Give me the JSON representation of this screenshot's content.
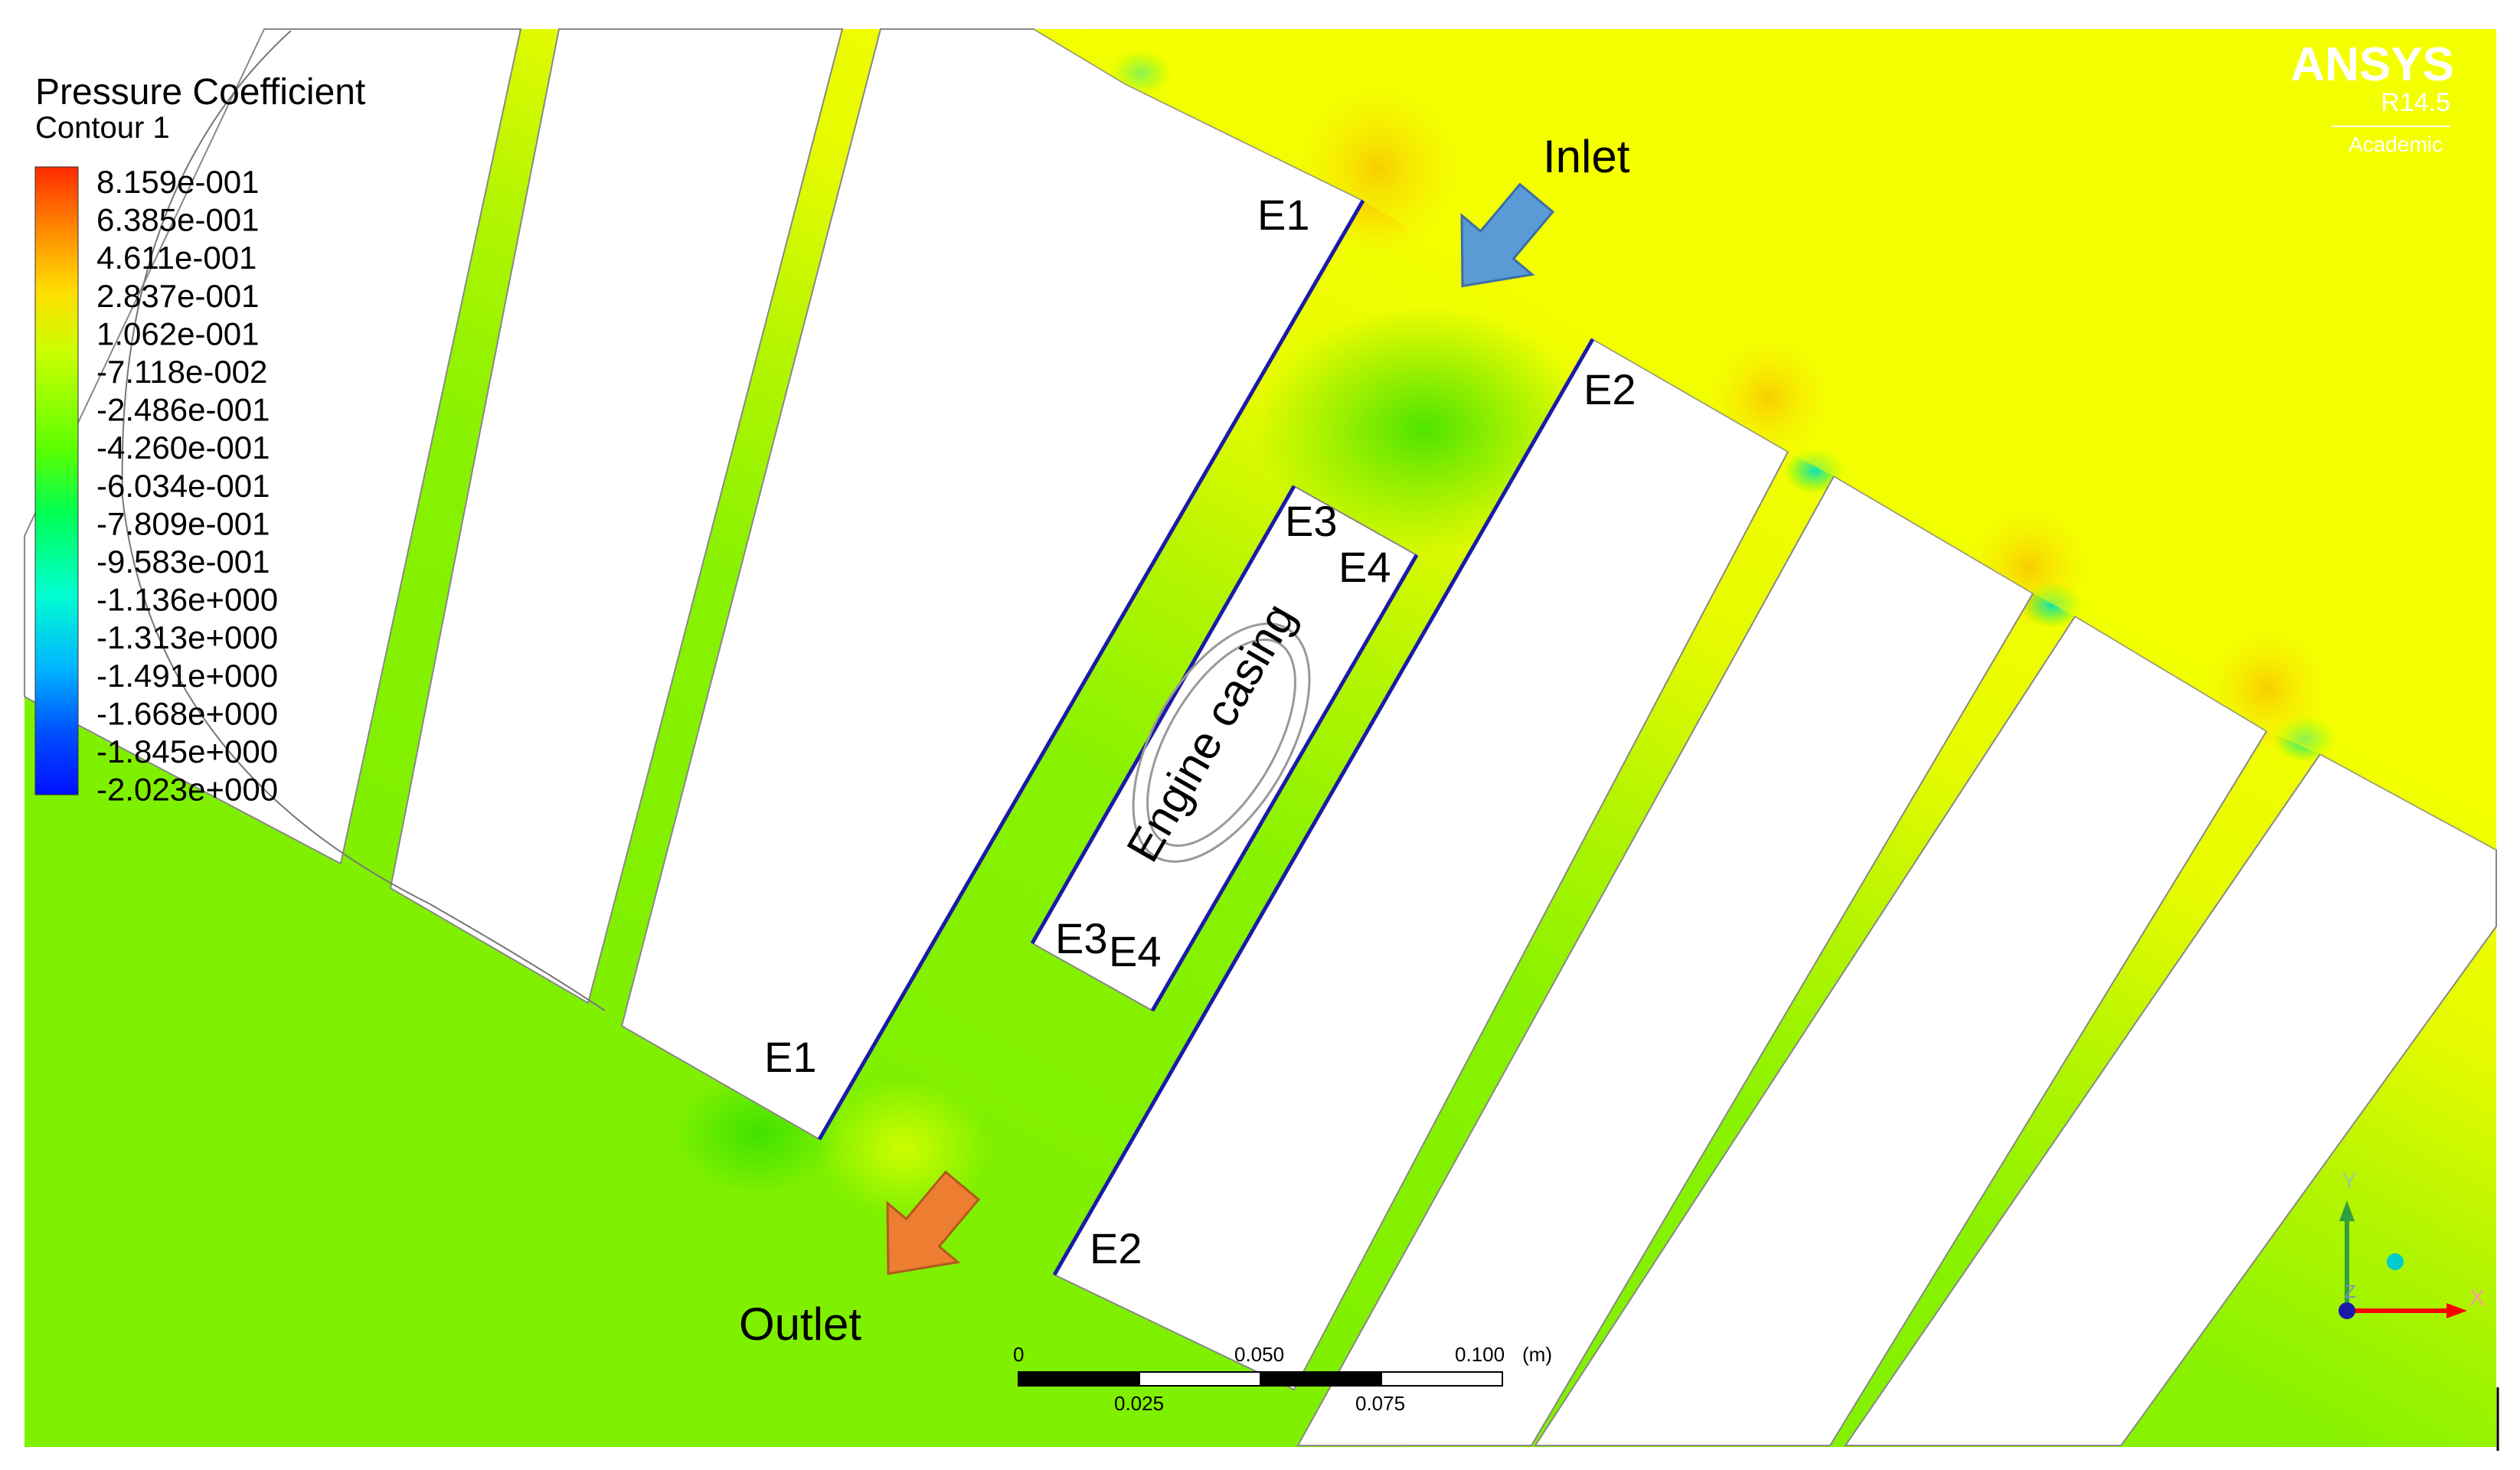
{
  "legend": {
    "title": "Pressure Coefficient",
    "subtitle": "Contour 1",
    "levels": [
      "8.159e-001",
      "6.385e-001",
      "4.611e-001",
      "2.837e-001",
      "1.062e-001",
      "-7.118e-002",
      "-2.486e-001",
      "-4.260e-001",
      "-6.034e-001",
      "-7.809e-001",
      "-9.583e-001",
      "-1.136e+000",
      "-1.313e+000",
      "-1.491e+000",
      "-1.668e+000",
      "-1.845e+000",
      "-2.023e+000"
    ],
    "colors": [
      "#ff2a00",
      "#ff6a00",
      "#ffa500",
      "#ffd800",
      "#f4ff00",
      "#c8ff00",
      "#96ff00",
      "#5cff00",
      "#1dff00",
      "#00ff4a",
      "#00ff9c",
      "#00ffe6",
      "#00c8ff",
      "#008cff",
      "#004bff",
      "#000cff"
    ]
  },
  "branding": {
    "logo": "ANSYS",
    "version": "R14.5",
    "edition": "Academic"
  },
  "labels": {
    "inlet": "Inlet",
    "outlet": "Outlet",
    "e1": "E1",
    "e2": "E2",
    "e3": "E3",
    "e4": "E4",
    "engine_casing": "Engine casing"
  },
  "scale_bar": {
    "top": [
      "0",
      "0.050",
      "0.100"
    ],
    "unit": "(m)",
    "bottom": [
      "0.025",
      "0.075"
    ]
  },
  "axes": {
    "x": "X",
    "y": "Y",
    "z": "Z"
  },
  "colors": {
    "inlet_arrow": "#5b9bd5",
    "outlet_arrow": "#ed7d31",
    "wall_line": "#1a1aa8",
    "field_green": "#86f200",
    "field_yellow": "#f2ff00"
  }
}
